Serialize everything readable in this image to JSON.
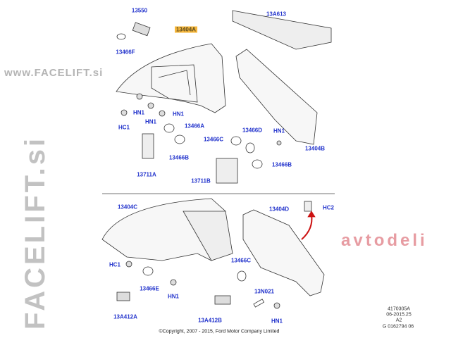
{
  "labels": {
    "l13550": "13550",
    "l13404A": "13404A",
    "l13466F": "13466F",
    "l13A613": "13A613",
    "hn1_a": "HN1",
    "hn1_b": "HN1",
    "hn1_c": "HN1",
    "hc1_a": "HC1",
    "l13466A": "13466A",
    "l13466C_a": "13466C",
    "l13466D": "13466D",
    "hn1_d": "HN1",
    "l13404B": "13404B",
    "l13466B_a": "13466B",
    "l13466B_b": "13466B",
    "l13711A": "13711A",
    "l13711B": "13711B",
    "l13404C": "13404C",
    "l13404D": "13404D",
    "hc2": "HC2",
    "hc1_b": "HC1",
    "l13466E": "13466E",
    "l13466C_b": "13466C",
    "hn1_e": "HN1",
    "l13N021": "13N021",
    "l13A412A": "13A412A",
    "l13A412B": "13A412B",
    "hn1_f": "HN1"
  },
  "reference": {
    "code": "4170305A",
    "date": "06-2015.25",
    "sheet": "A2",
    "g_number": "G 0162794 06"
  },
  "copyright": "©Copyright, 2007 - 2015, Ford Motor Company Limited",
  "watermarks": {
    "main": "FACELIFT.si",
    "secondary": "avtodeli",
    "footer": "www.FACELIFT.si"
  },
  "colors": {
    "label": "#2233cc",
    "highlight": "#f6b73c",
    "arrow": "#cc1111"
  }
}
